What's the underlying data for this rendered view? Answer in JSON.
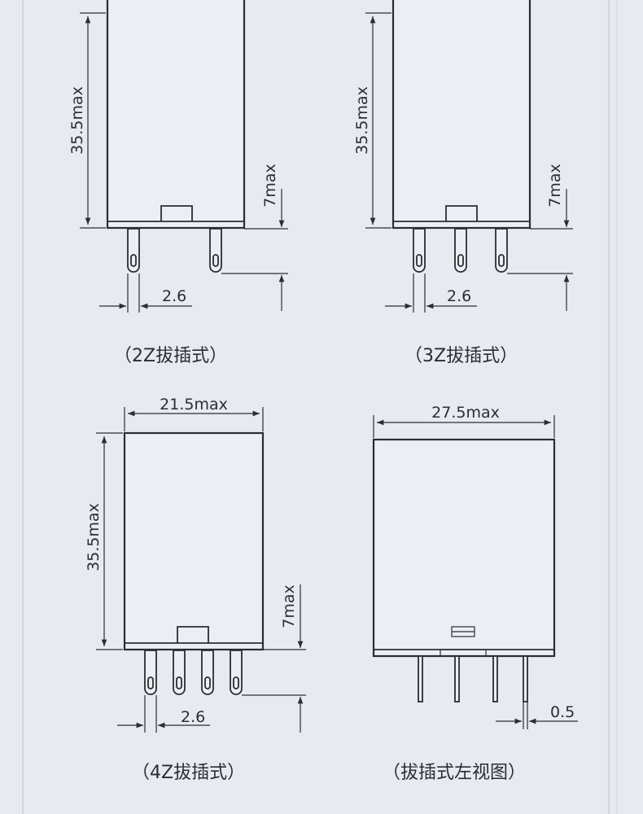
{
  "colors": {
    "background": "#e8eaf0",
    "line": "#2a2d34",
    "frame": "#d2d5dc"
  },
  "dims": {
    "height_35_5": "35.5max",
    "pin_7": "7max",
    "pitch_2_6": "2.6",
    "width_21_5": "21.5max",
    "width_27_5": "27.5max",
    "pin_0_5": "0.5"
  },
  "captions": {
    "c2z": "（2Z拔插式）",
    "c3z": "（3Z拔插式）",
    "c4z": "（4Z拔插式）",
    "side": "（拔插式左视图）"
  }
}
